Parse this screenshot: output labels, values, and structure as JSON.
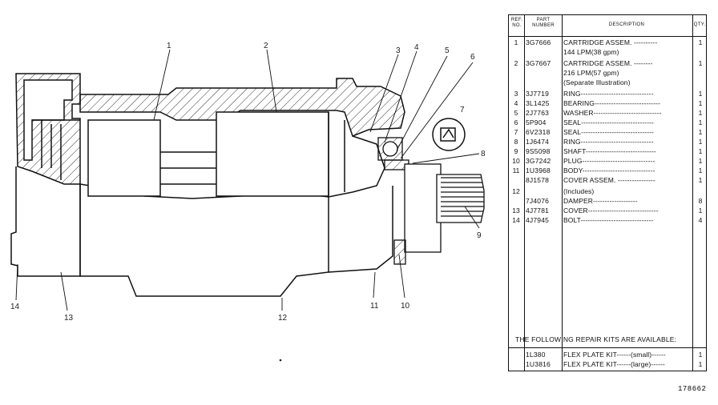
{
  "table": {
    "headers": {
      "ref": "REF. NO.",
      "part": "PART NUMBER",
      "desc": "DESCRIPTION",
      "qty": "QTY."
    },
    "rows": [
      {
        "ref": "1",
        "part": "3G7666",
        "desc": "CARTRIDGE ASSEM. ----------",
        "qty": "1"
      },
      {
        "ref": "",
        "part": "",
        "desc": "144 LPM(38 gpm)",
        "qty": ""
      },
      {
        "ref": "2",
        "part": "3G7667",
        "desc": "CARTRIDGE ASSEM. --------",
        "qty": "1"
      },
      {
        "ref": "",
        "part": "",
        "desc": "216 LPM(57 gpm)",
        "qty": ""
      },
      {
        "ref": "",
        "part": "",
        "desc": "(Separate Illustration)",
        "qty": ""
      },
      {
        "ref": "3",
        "part": "3J7719",
        "desc": "RING-------------------------------",
        "qty": "1"
      },
      {
        "ref": "4",
        "part": "3L1425",
        "desc": "BEARING----------------------------",
        "qty": "1"
      },
      {
        "ref": "5",
        "part": "2J7763",
        "desc": "WASHER-----------------------------",
        "qty": "1"
      },
      {
        "ref": "6",
        "part": "5P904",
        "desc": "SEAL-------------------------------",
        "qty": "1"
      },
      {
        "ref": "7",
        "part": "6V2318",
        "desc": "SEAL-------------------------------",
        "qty": "1"
      },
      {
        "ref": "8",
        "part": "1J6474",
        "desc": "RING-------------------------------",
        "qty": "1"
      },
      {
        "ref": "9",
        "part": "9S5098",
        "desc": "SHAFT------------------------------",
        "qty": "1"
      },
      {
        "ref": "10",
        "part": "3G7242",
        "desc": "PLUG-------------------------------",
        "qty": "1"
      },
      {
        "ref": "11",
        "part": "1U3968",
        "desc": "BODY-------------------------------",
        "qty": "1"
      },
      {
        "ref": "",
        "part": "8J1578",
        "desc": "COVER ASSEM. ----------------",
        "qty": "1"
      },
      {
        "ref": "12",
        "part": "",
        "desc": "(Includes)",
        "qty": ""
      },
      {
        "ref": "",
        "part": "7J4076",
        "desc": "DAMPER-------------------",
        "qty": "8"
      },
      {
        "ref": "13",
        "part": "4J7781",
        "desc": "COVER------------------------------",
        "qty": "1"
      },
      {
        "ref": "14",
        "part": "4J7945",
        "desc": "BOLT-------------------------------",
        "qty": "4"
      }
    ],
    "repair_note": "THE FOLLOWING REPAIR KITS ARE AVAILABLE:",
    "kits": [
      {
        "part": "1L380",
        "desc": "FLEX PLATE KIT------(small)------",
        "qty": "1"
      },
      {
        "part": "1U3816",
        "desc": "FLEX PLATE KIT------(large)------",
        "qty": "1"
      }
    ]
  },
  "callouts": [
    "1",
    "2",
    "3",
    "4",
    "5",
    "6",
    "7",
    "8",
    "9",
    "10",
    "11",
    "12",
    "13",
    "14"
  ],
  "figure_number": "178662"
}
